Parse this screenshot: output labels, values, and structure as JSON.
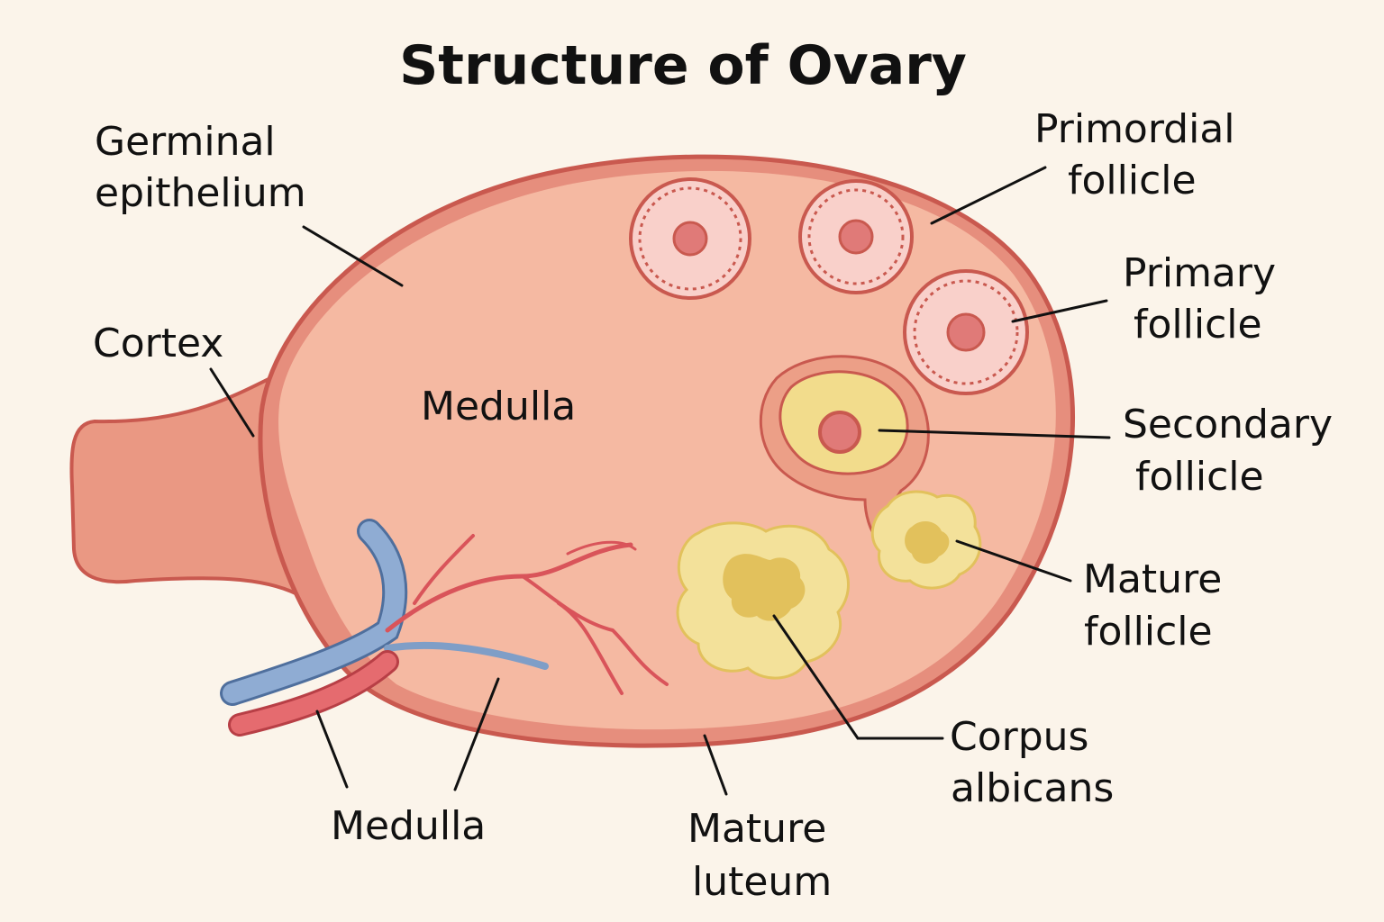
{
  "title": "Structure of Ovary",
  "labels": {
    "germinal_epithelium": [
      "Germinal",
      "epithelium"
    ],
    "cortex": [
      "Cortex"
    ],
    "medulla_center": [
      "Medulla"
    ],
    "primordial_follicle": [
      "Primordial",
      "follicle"
    ],
    "primary_follicle": [
      "Primary",
      "follicle"
    ],
    "secondary_follicle": [
      "Secondary",
      "follicle"
    ],
    "mature_follicle": [
      "Mature",
      "follicle"
    ],
    "corpus_albicans": [
      "Corpus",
      "albicans"
    ],
    "mature_luteum": [
      "Mature",
      "luteum"
    ],
    "medulla_bottom": [
      "Medulla"
    ]
  },
  "colors": {
    "background": "#fbf4ea",
    "ovary_fill": "#f5b9a2",
    "ovary_outline": "#c9594f",
    "cortex_band": "#e68e7d",
    "follicle_fill": "#f9d0ca",
    "follicle_ring": "#c9594f",
    "oocyte": "#e07a78",
    "secondary_antrum": "#f2dc8c",
    "corpus_yellow": "#f3e19a",
    "corpus_core": "#e2c15c",
    "artery": "#d9545a",
    "vein": "#7f9ec7"
  }
}
